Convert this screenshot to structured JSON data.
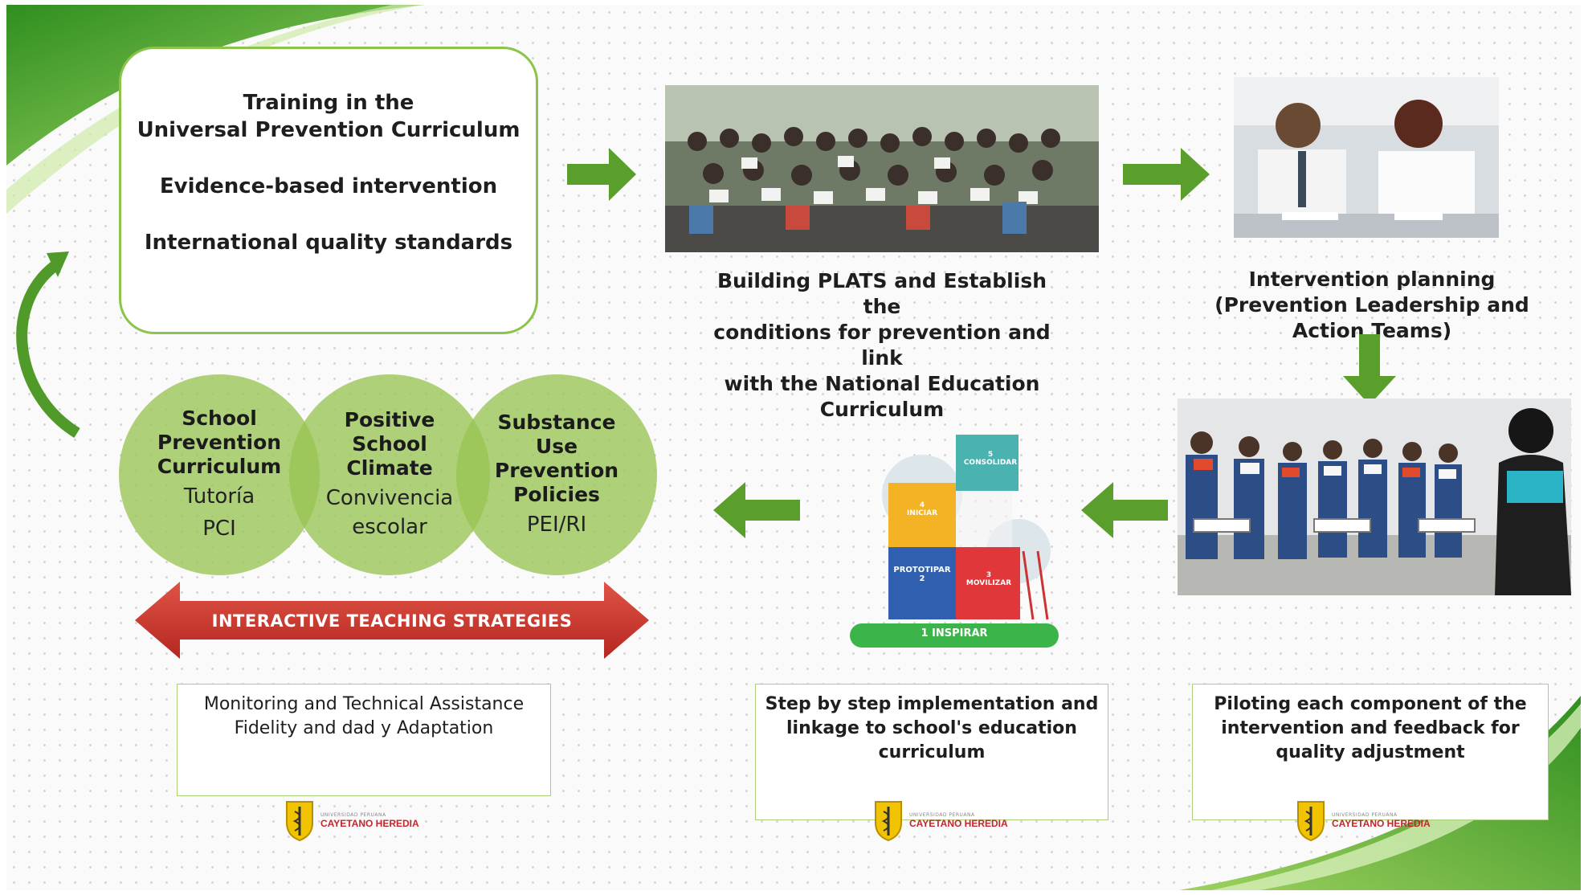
{
  "training_box": {
    "line1": "Training in the",
    "line2": "Universal Prevention Curriculum",
    "line3": "Evidence-based intervention",
    "line4": "International quality standards"
  },
  "captions": {
    "building": [
      "Building PLATS and Establish the",
      "conditions for prevention and link",
      "with the National Education",
      "Curriculum"
    ],
    "planning": [
      "Intervention planning",
      "(Prevention Leadership and",
      "Action Teams)"
    ]
  },
  "circles": [
    {
      "title": [
        "School",
        "Prevention",
        "Curriculum"
      ],
      "sub": [
        "Tutoría",
        "PCI"
      ]
    },
    {
      "title": [
        "Positive",
        "School",
        "Climate"
      ],
      "sub": [
        "Convivencia",
        "escolar"
      ]
    },
    {
      "title": [
        "Substance",
        "Use",
        "Prevention",
        "Policies"
      ],
      "sub": [
        "PEI/RI"
      ]
    }
  ],
  "banner": "INTERACTIVE TEACHING STRATEGIES",
  "puzzle": {
    "pieces": [
      "CONSOLIDAR",
      "INICIAR",
      "PROTOTIPAR",
      "MOVILIZAR",
      "INSPIRAR"
    ],
    "numbers": [
      "5",
      "4",
      "2",
      "3",
      "1"
    ]
  },
  "boxes": {
    "monitoring": [
      "Monitoring and Technical Assistance",
      "Fidelity and dad y Adaptation"
    ],
    "step": [
      "Step by step implementation and",
      "linkage to school's education",
      "curriculum"
    ],
    "piloting": [
      "Piloting each component of the",
      "intervention and feedback for",
      "quality adjustment"
    ]
  },
  "logo": {
    "small": "UNIVERSIDAD PERUANA",
    "name": "CAYETANO HEREDIA"
  },
  "colors": {
    "green": "#6aab2c",
    "arrow": "#5a9e2b",
    "circle": "#99c453",
    "banner": "#c9312a"
  }
}
